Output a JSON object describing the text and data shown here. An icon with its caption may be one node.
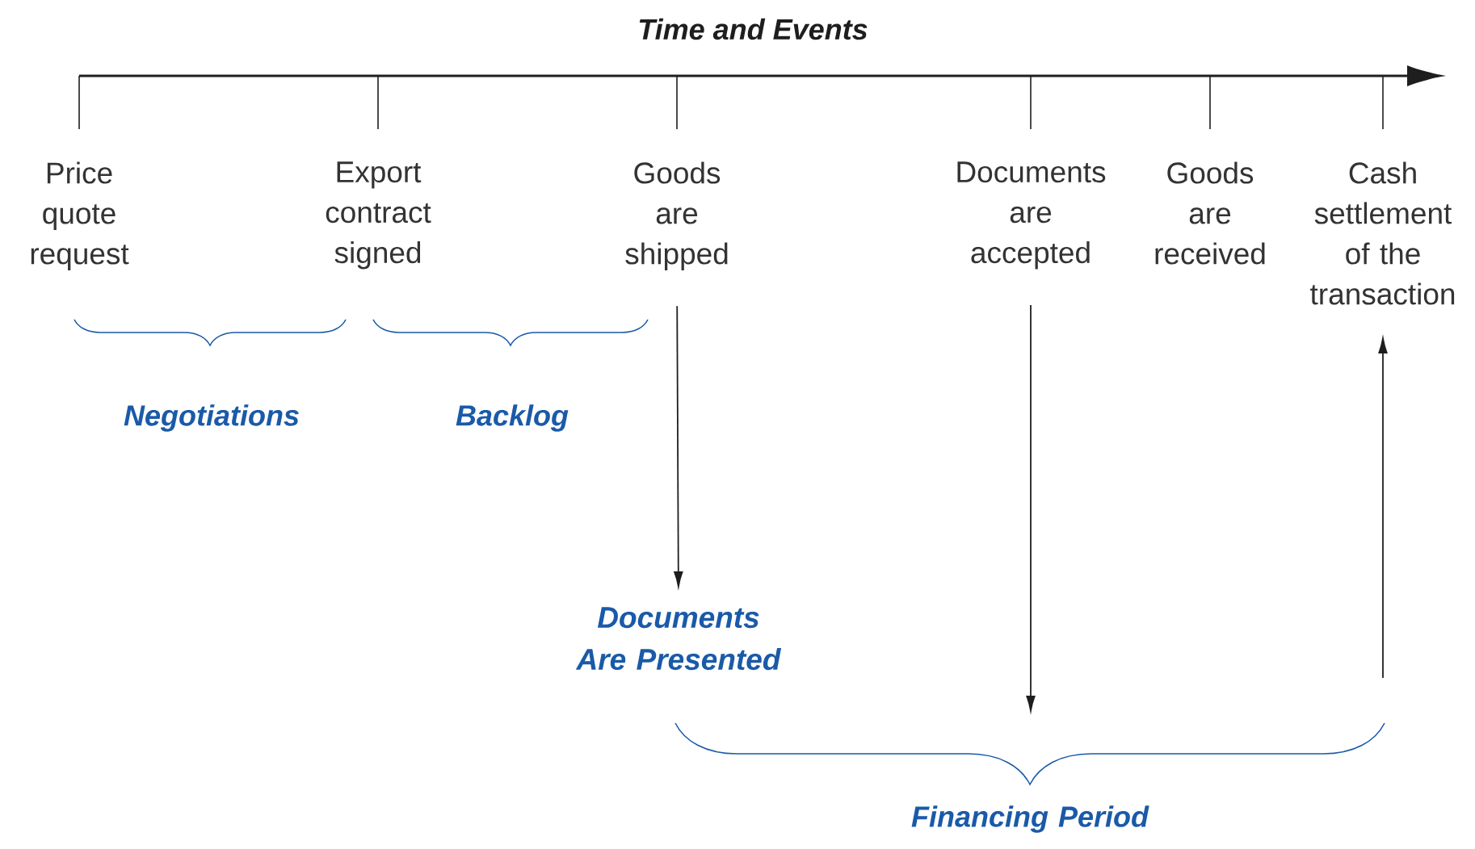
{
  "diagram": {
    "title": "Time and Events",
    "nodes": [
      {
        "text": [
          "Price quote request"
        ]
      },
      {
        "text": [
          "Export contract signed"
        ]
      },
      {
        "text": [
          "Goods are shipped"
        ]
      },
      {
        "text": [
          "Documents are accepted"
        ]
      },
      {
        "text": [
          "Goods are received"
        ]
      },
      {
        "text": [
          "Cash settlement of the transaction"
        ]
      },
      {
        "text": [
          "Documents Are Presented"
        ]
      },
      {
        "text": [
          "Financing Period"
        ]
      }
    ],
    "edges": [
      {
        "from": 2,
        "to": 6,
        "arrow": "to"
      },
      {
        "from": 3,
        "to": 7,
        "arrow": "to"
      },
      {
        "from": 7,
        "to": 5,
        "arrow": "to"
      }
    ],
    "labels": [
      "Negotiations",
      "Backlog"
    ]
  }
}
